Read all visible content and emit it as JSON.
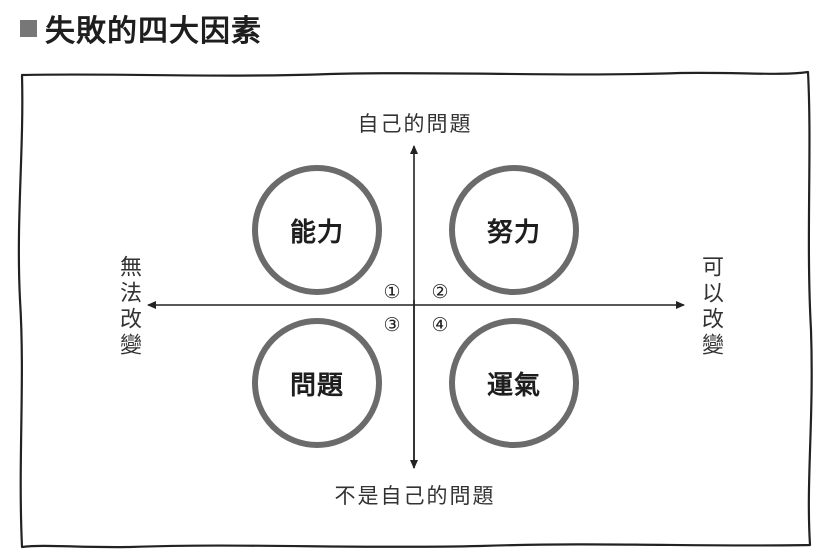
{
  "title": "失敗的四大因素",
  "axes": {
    "top": "自己的問題",
    "bottom": "不是自己的問題",
    "left": "無法改變",
    "right": "可以改變"
  },
  "quadrants": [
    {
      "number": "①",
      "label": "能力"
    },
    {
      "number": "②",
      "label": "努力"
    },
    {
      "number": "③",
      "label": "問題"
    },
    {
      "number": "④",
      "label": "運氣"
    }
  ],
  "colors": {
    "circle_stroke": "#6b6b6b",
    "frame_stroke": "#222222",
    "title_square": "#777777"
  }
}
